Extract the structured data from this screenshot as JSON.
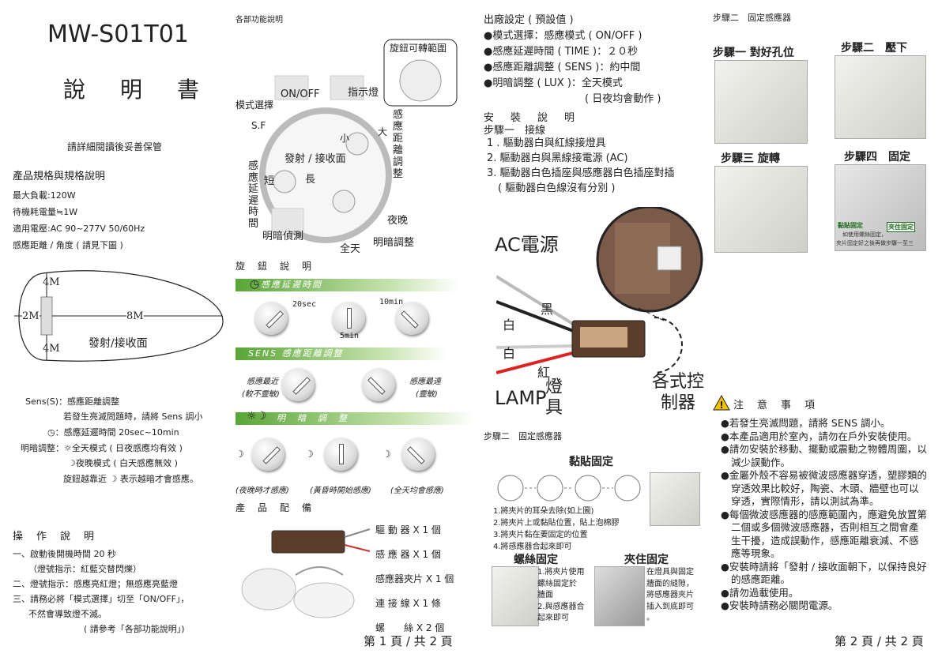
{
  "col1": {
    "model": "MW-S01T01",
    "manual_title": "說　明　書",
    "read_note": "請詳細閱讀後妥善保管",
    "spec_heading": "產品規格與規格說明",
    "specs": [
      "最大負載:120W",
      "待機耗電量≒1W",
      "適用電壓:AC 90~277V 50/60Hz",
      "感應距離 / 角度 ( 請見下圖 )"
    ],
    "diagram": {
      "top": "4M",
      "left": "2M",
      "right": "8M",
      "bottom": "4M",
      "label": "發射/接收面"
    },
    "sens_lines": [
      "Sens(S)：感應距離調整",
      "若發生亮滅問題時，請將 Sens 調小",
      "：感應延遲時間 20sec~10min",
      "明暗調整：",
      "全天模式 ( 日夜感應均有效 )",
      "夜晚模式 ( 白天感應無效 )",
      "旋鈕越靠近",
      "表示越暗才會感應。"
    ],
    "op_heading": "操　作　說　明",
    "op_lines": [
      "一、啟動後開機時間 20 秒",
      "（燈號指示：紅藍交替閃爍）",
      "二、燈號指示：感應亮紅燈；無感應亮藍燈",
      "三、請務必將「模式選擇」切至「ON/OFF」，",
      "不然會導致燈不滅。",
      "( 請參考「各部功能說明」)"
    ]
  },
  "col2": {
    "func_heading": "各部功能說明",
    "labels": {
      "knob_range": "旋鈕可轉範圍",
      "on_off": "ON/OFF",
      "indicator": "指示燈",
      "mode_select": "模式選擇",
      "sf": "S.F",
      "emit": "發射 / 接收面",
      "small": "小",
      "big": "大",
      "dist_adj": "感應距離調整",
      "delay": "感應延遲時間",
      "short": "短",
      "long": "長",
      "night": "夜晚",
      "allday": "全天",
      "light_detect": "明暗偵測",
      "light_adj": "明暗調整"
    },
    "knob_heading": "旋　鈕　說　明",
    "bar1": "感應延遲時間",
    "k1": {
      "a": "20sec",
      "b": "5min",
      "c": "10min"
    },
    "bar2": "SENS 感應距離調整",
    "k2": {
      "left": "感應最近",
      "left2": "(較不靈敏)",
      "right": "感應最遠",
      "right2": "(靈敏)"
    },
    "bar3": "明　暗　調　整",
    "k3": {
      "a": "(夜晚時才感應)",
      "b": "(黃昏時開始感應)",
      "c": "(全天均會感應)"
    },
    "parts_heading": "產　品　配　備",
    "parts": [
      "驅 動 器 X 1 個",
      "感 應 器 X 1 個",
      "感應器夾片 X 1 個",
      "連 接 線 X 1 條",
      "螺　　絲 X 2 個"
    ],
    "page": "第 1 頁 / 共 2 頁"
  },
  "col3": {
    "factory_lines": [
      "出廠設定 ( 預設值 )",
      "●模式選擇：感應模式 ( ON/OFF )",
      "●感應延遲時間 ( TIME )：２０秒",
      "●感應距離調整 ( SENS )：約中間",
      "●明暗調整 ( LUX )：全天模式",
      "( 日夜均會動作 )"
    ],
    "install_heading": "安　裝　說　明",
    "step1": "步驟一　接線",
    "wiring": [
      "1 . 驅動器白與紅線接燈具",
      "2. 驅動器白與黑線接電源 (AC)",
      "3. 驅動器白色插座與感應器白色插座對插",
      "( 驅動器白色線沒有分別 )"
    ],
    "ac": "AC電源",
    "black": "黑",
    "white1": "白",
    "white2": "白",
    "red": "紅",
    "lamp": "LAMP",
    "lamp2": "燈具",
    "ctrl": "各式控制器",
    "step2": "步驟二　固定感應器",
    "adhesive": "黏貼固定",
    "ad_steps": [
      "1.將夾片的耳朵去除(如上圖)",
      "2.將夾片上或黏貼位置，貼上泡棉膠",
      "3.將夾片黏在要固定的位置",
      "4.將感應器合起來即可"
    ],
    "screw": "螺絲固定",
    "clip": "夾住固定",
    "screw_steps": [
      "1.將夾片使用",
      "螺絲固定於",
      "牆面",
      "2.與感應器合",
      "起來即可"
    ],
    "clip_steps": [
      "在燈具與固定",
      "牆面的縫隙，",
      "將感應器夾片",
      "插入到底即可",
      "。"
    ]
  },
  "col4": {
    "heading": "步驟二　固定感應器",
    "s1": "步驟一 對好孔位",
    "s2": "步驟二　壓下",
    "s3": "步驟三 旋轉",
    "s4": "步驟四　固定",
    "tag1": "黏貼固定",
    "tag2": "夾住固定",
    "tag3": "如使用螺絲固定，",
    "tag4": "夾片固定好之後再做步驟一至三",
    "caution": "注　意　事　項",
    "notes": [
      "●若發生亮滅問題，請將 SENS 調小。",
      "●本產品適用於室內，請勿在戶外安裝使用。",
      "●請勿安裝於移動、擺動或震動之物體周圍，以減少誤動作。",
      "●金屬外殼不容易被微波感應器穿透，塑膠類的穿透效果比較好，陶瓷、木頭、牆壁也可以穿透，實際情形，請以測試為準。",
      "●每個微波感應器的感應範圍內，應避免放置第二個或多個微波感應器，否則相互之間會產生干擾，造成誤動作，感應距離衰減、不感應等現象。",
      "●安裝時請將「發射 / 接收面朝下，以保持良好的感應距離。",
      "●請勿過載使用。",
      "●安裝時請務必關閉電源。"
    ],
    "page": "第 2 頁 / 共 2 頁"
  },
  "colors": {
    "green": "#5aa537",
    "yellow": "#f2c200"
  }
}
